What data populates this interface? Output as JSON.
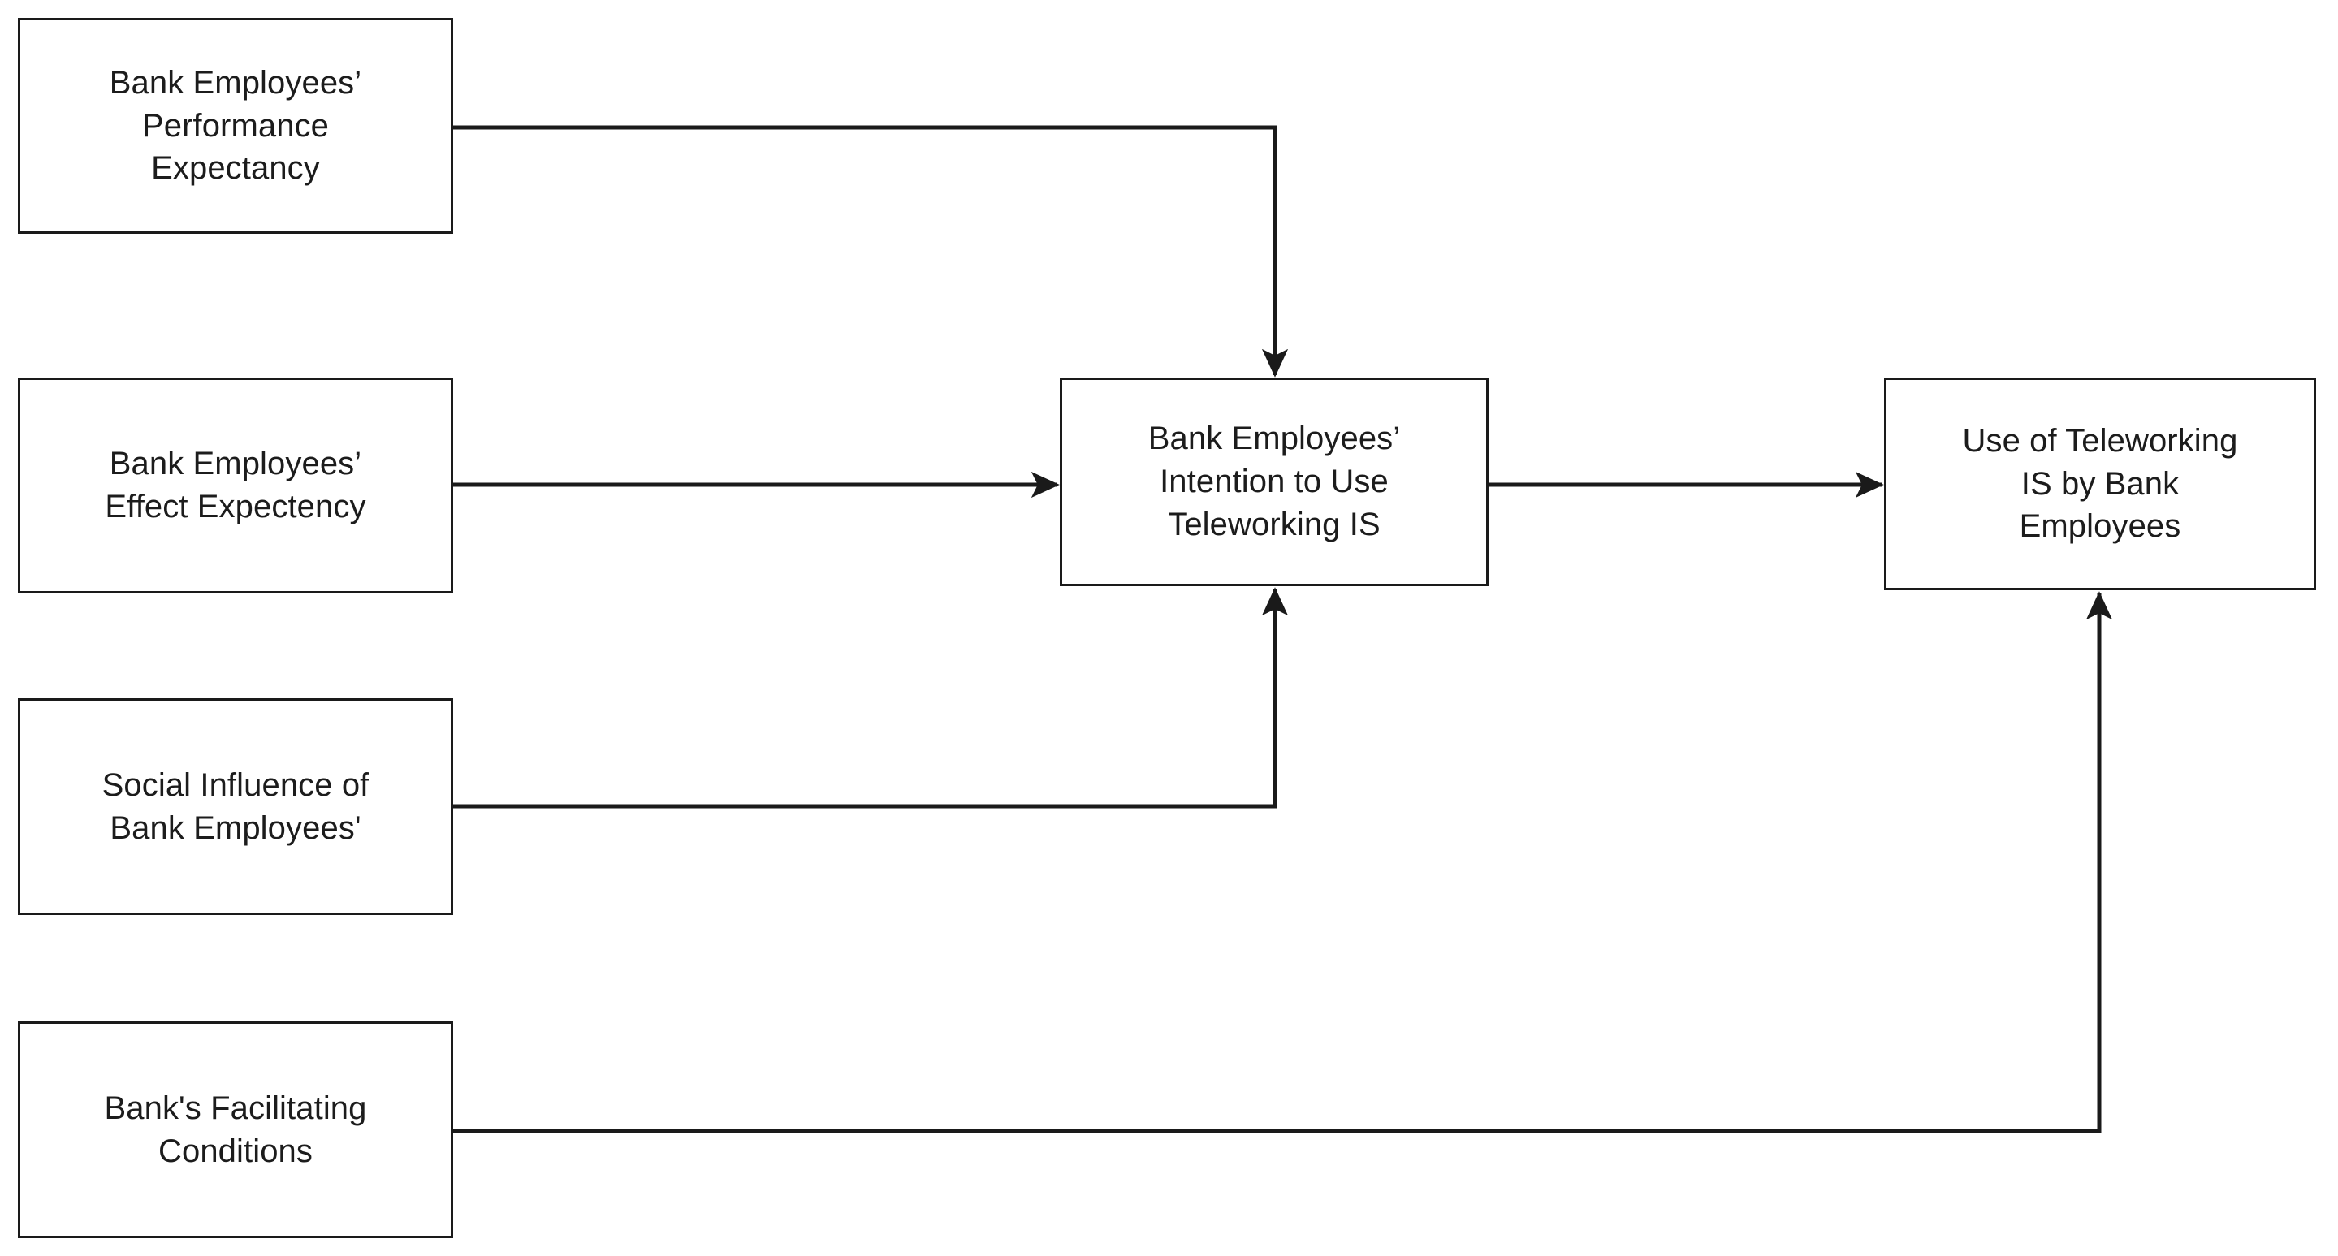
{
  "diagram": {
    "type": "flowchart",
    "title": "",
    "background_color": "#ffffff",
    "node_border_color": "#1a1a1a",
    "node_fill_color": "#ffffff",
    "edge_color": "#1a1a1a",
    "text_color": "#1c1c1c",
    "nodes": [
      {
        "id": "performance-expectancy",
        "label": "Bank Employees’\nPerformance\nExpectancy",
        "shape": "rectangle",
        "column": "left",
        "row": 1
      },
      {
        "id": "effect-expectancy",
        "label": "Bank Employees’\nEffect Expectency",
        "shape": "rectangle",
        "column": "left",
        "row": 2
      },
      {
        "id": "social-influence",
        "label": "Social Influence of\nBank Employees'",
        "shape": "rectangle",
        "column": "left",
        "row": 3
      },
      {
        "id": "facilitating-conditions",
        "label": "Bank's Facilitating\nConditions",
        "shape": "rectangle",
        "column": "left",
        "row": 4
      },
      {
        "id": "intention",
        "label": "Bank Employees’\nIntention to Use\nTeleworking IS",
        "shape": "rectangle",
        "column": "center",
        "row": 2
      },
      {
        "id": "use",
        "label": "Use of Teleworking\nIS by Bank\nEmployees",
        "shape": "rectangle",
        "column": "right",
        "row": 2
      }
    ],
    "edges": [
      {
        "id": "edge-performance-to-intention",
        "from": "performance-expectancy",
        "to": "intention",
        "label": "",
        "arrowhead": "filled-triangle",
        "route": "orthogonal",
        "enters": "top"
      },
      {
        "id": "edge-effect-to-intention",
        "from": "effect-expectancy",
        "to": "intention",
        "label": "",
        "arrowhead": "filled-triangle",
        "route": "straight",
        "enters": "left"
      },
      {
        "id": "edge-social-to-intention",
        "from": "social-influence",
        "to": "intention",
        "label": "",
        "arrowhead": "filled-triangle",
        "route": "orthogonal",
        "enters": "bottom"
      },
      {
        "id": "edge-facilitating-to-use",
        "from": "facilitating-conditions",
        "to": "use",
        "label": "",
        "arrowhead": "filled-triangle",
        "route": "orthogonal",
        "enters": "bottom"
      },
      {
        "id": "edge-intention-to-use",
        "from": "intention",
        "to": "use",
        "label": "",
        "arrowhead": "filled-triangle",
        "route": "straight",
        "enters": "left"
      }
    ]
  }
}
